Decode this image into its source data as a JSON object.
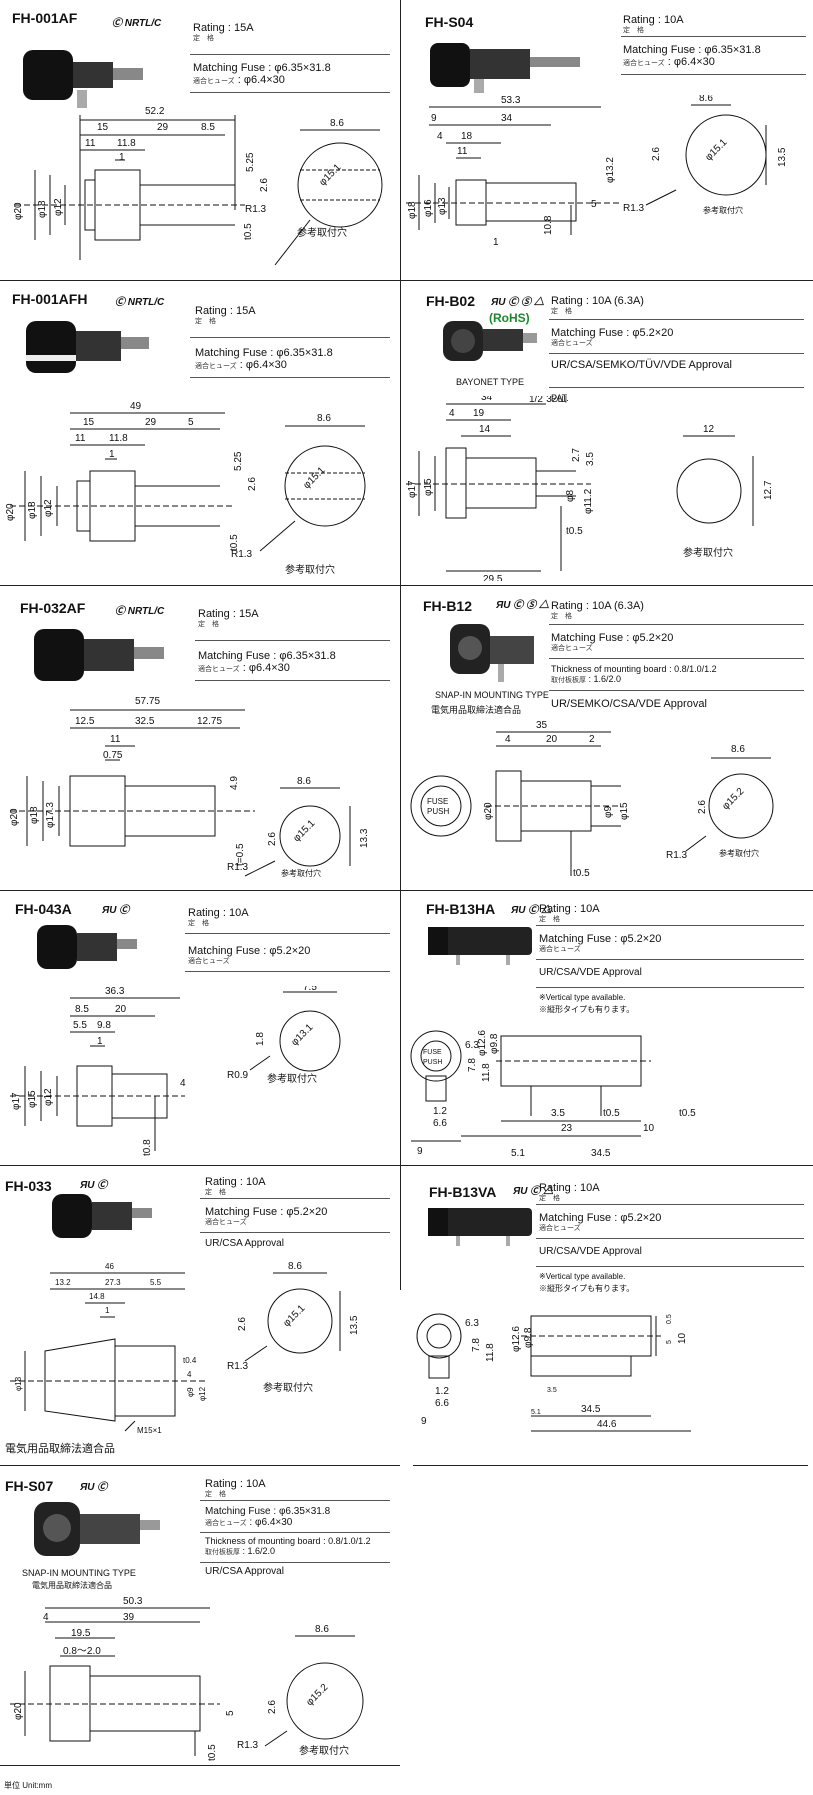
{
  "footer": "単位 Unit:mm",
  "cells": {
    "fh001af": {
      "model": "FH-001AF",
      "cert": "NRTL/C",
      "rating_label": "Rating",
      "rating_jp": "定　格",
      "rating": "15A",
      "fuse_label": "Matching Fuse",
      "fuse_jp": "適合ヒューズ",
      "fuse1": "φ6.35×31.8",
      "fuse2": "φ6.4×30",
      "dims": [
        "52.2",
        "15",
        "29",
        "8.5",
        "11",
        "11.8",
        "1",
        "5.25",
        "φ20",
        "φ18",
        "φ12",
        "2.6",
        "t0.5",
        "8.6",
        "φ15.1",
        "R1.3",
        "参考取付穴"
      ]
    },
    "fhs04": {
      "model": "FH-S04",
      "rating_label": "Rating",
      "rating_jp": "定　格",
      "rating": "10A",
      "fuse_label": "Matching Fuse",
      "fuse_jp": "適合ヒューズ",
      "fuse1": "φ6.35×31.8",
      "fuse2": "φ6.4×30",
      "dims": [
        "53.3",
        "9",
        "34",
        "4",
        "18",
        "11",
        "φ13.2",
        "φ18",
        "φ16",
        "φ13",
        "5",
        "10.8",
        "1",
        "8.6",
        "2.6",
        "φ15.1",
        "13.5",
        "R1.3",
        "参考取付穴"
      ]
    },
    "fh001afh": {
      "model": "FH-001AFH",
      "cert": "NRTL/C",
      "rating_label": "Rating",
      "rating_jp": "定　格",
      "rating": "15A",
      "fuse_label": "Matching Fuse",
      "fuse_jp": "適合ヒューズ",
      "fuse1": "φ6.35×31.8",
      "fuse2": "φ6.4×30",
      "dims": [
        "49",
        "15",
        "29",
        "5",
        "11",
        "11.8",
        "1",
        "5.25",
        "φ20",
        "φ18",
        "φ12",
        "2.6",
        "t0.5",
        "8.6",
        "φ15.1",
        "R1.3",
        "参考取付穴"
      ]
    },
    "fhb02": {
      "model": "FH-B02",
      "rohs": "(RoHS)",
      "bayonet": "BAYONET TYPE",
      "rating_label": "Rating",
      "rating_jp": "定　格",
      "rating": "10A (6.3A)",
      "fuse_label": "Matching Fuse",
      "fuse_jp": "適合ヒューズ",
      "fuse1": "φ5.2×20",
      "approval": "UR/CSA/SEMKO/TÜV/VDE Approval",
      "pat": "PAT.",
      "dims": [
        "34",
        "4",
        "19",
        "14",
        "1/2˝32山",
        "2.7",
        "3.5",
        "φ8",
        "φ11.2",
        "φ17",
        "φ15",
        "t0.5",
        "29.5",
        "12",
        "12.7",
        "参考取付穴"
      ]
    },
    "fh032af": {
      "model": "FH-032AF",
      "cert": "NRTL/C",
      "rating_label": "Rating",
      "rating_jp": "定　格",
      "rating": "15A",
      "fuse_label": "Matching Fuse",
      "fuse_jp": "適合ヒューズ",
      "fuse1": "φ6.35×31.8",
      "fuse2": "φ6.4×30",
      "dims": [
        "57.75",
        "12.5",
        "32.5",
        "12.75",
        "11",
        "0.75",
        "4.9",
        "φ20",
        "φ18",
        "φ17.3",
        "t=0.5",
        "8.6",
        "2.6",
        "φ15.1",
        "13.3",
        "R1.3",
        "参考取付穴"
      ]
    },
    "fhb12": {
      "model": "FH-B12",
      "snapin": "SNAP-IN MOUNTING TYPE",
      "denki": "電気用品取締法適合品",
      "rating_label": "Rating",
      "rating_jp": "定　格",
      "rating": "10A (6.3A)",
      "fuse_label": "Matching Fuse",
      "fuse_jp": "適合ヒューズ",
      "fuse1": "φ5.2×20",
      "thick_label": "Thickness of mounting board",
      "thick_jp": "取付板板厚",
      "thick1": "0.8/1.0/1.2",
      "thick2": "1.6/2.0",
      "approval": "UR/SEMKO/CSA/VDE Approval",
      "cap1": "FUSE",
      "cap2": "PUSH",
      "dims": [
        "35",
        "4",
        "20",
        "2",
        "φ20",
        "φ9",
        "φ15",
        "t0.5",
        "8.6",
        "2.6",
        "φ15.2",
        "R1.3",
        "参考取付穴"
      ]
    },
    "fh043a": {
      "model": "FH-043A",
      "rating_label": "Rating",
      "rating_jp": "定　格",
      "rating": "10A",
      "fuse_label": "Matching Fuse",
      "fuse_jp": "適合ヒューズ",
      "fuse1": "φ5.2×20",
      "dims": [
        "36.3",
        "8.5",
        "20",
        "5.5",
        "9.8",
        "1",
        "φ17",
        "φ15",
        "φ12",
        "4",
        "t0.8",
        "7.5",
        "1.8",
        "φ13.1",
        "R0.9",
        "参考取付穴"
      ]
    },
    "fhb13ha": {
      "model": "FH-B13HA",
      "rating_label": "Rating",
      "rating_jp": "定　格",
      "rating": "10A",
      "fuse_label": "Matching Fuse",
      "fuse_jp": "適合ヒューズ",
      "fuse1": "φ5.2×20",
      "approval": "UR/CSA/VDE Approval",
      "note1": "※Vertical type available.",
      "note2": "※縦形タイプも有ります。",
      "cap1": "FUSE",
      "cap2": "PUSH",
      "dims": [
        "6.3",
        "7.8",
        "11.8",
        "φ12.6",
        "φ9.8",
        "1.2",
        "6.6",
        "9",
        "3.5",
        "t0.5",
        "23",
        "10",
        "t0.5",
        "5.1",
        "34.5"
      ]
    },
    "fh033": {
      "model": "FH-033",
      "denki": "電気用品取締法適合品",
      "rating_label": "Rating",
      "rating_jp": "定　格",
      "rating": "10A",
      "fuse_label": "Matching Fuse",
      "fuse_jp": "適合ヒューズ",
      "fuse1": "φ5.2×20",
      "approval": "UR/CSA Approval",
      "dims": [
        "46",
        "13.2",
        "27.3",
        "5.5",
        "14.8",
        "1",
        "φ18",
        "t0.4",
        "4",
        "φ9",
        "φ12",
        "M15×1",
        "8.6",
        "2.6",
        "φ15.1",
        "13.5",
        "R1.3",
        "参考取付穴"
      ]
    },
    "fhb13va": {
      "model": "FH-B13VA",
      "rating_label": "Rating",
      "rating_jp": "定　格",
      "rating": "10A",
      "fuse_label": "Matching Fuse",
      "fuse_jp": "適合ヒューズ",
      "fuse1": "φ5.2×20",
      "approval": "UR/CSA/VDE Approval",
      "note1": "※Vertical type available.",
      "note2": "※縦形タイプも有ります。",
      "dims": [
        "6.3",
        "7.8",
        "11.8",
        "φ12.6",
        "φ9.8",
        "1.2",
        "6.6",
        "9",
        "3.5",
        "5.1",
        "34.5",
        "44.6",
        "0.5",
        "5",
        "10"
      ]
    },
    "fhs07": {
      "model": "FH-S07",
      "snapin": "SNAP-IN MOUNTING TYPE",
      "denki": "電気用品取締法適合品",
      "rating_label": "Rating",
      "rating_jp": "定　格",
      "rating": "10A",
      "fuse_label": "Matching Fuse",
      "fuse_jp": "適合ヒューズ",
      "fuse1": "φ6.35×31.8",
      "fuse2": "φ6.4×30",
      "thick_label": "Thickness of mounting board",
      "thick_jp": "取付板板厚",
      "thick1": "0.8/1.0/1.2",
      "thick2": "1.6/2.0",
      "approval": "UR/CSA Approval",
      "dims": [
        "50.3",
        "4",
        "39",
        "19.5",
        "0.8～2.0",
        "φ20",
        "t0.5",
        "8.6",
        "2.6",
        "5",
        "φ15.2",
        "R1.3",
        "参考取付穴"
      ]
    }
  }
}
